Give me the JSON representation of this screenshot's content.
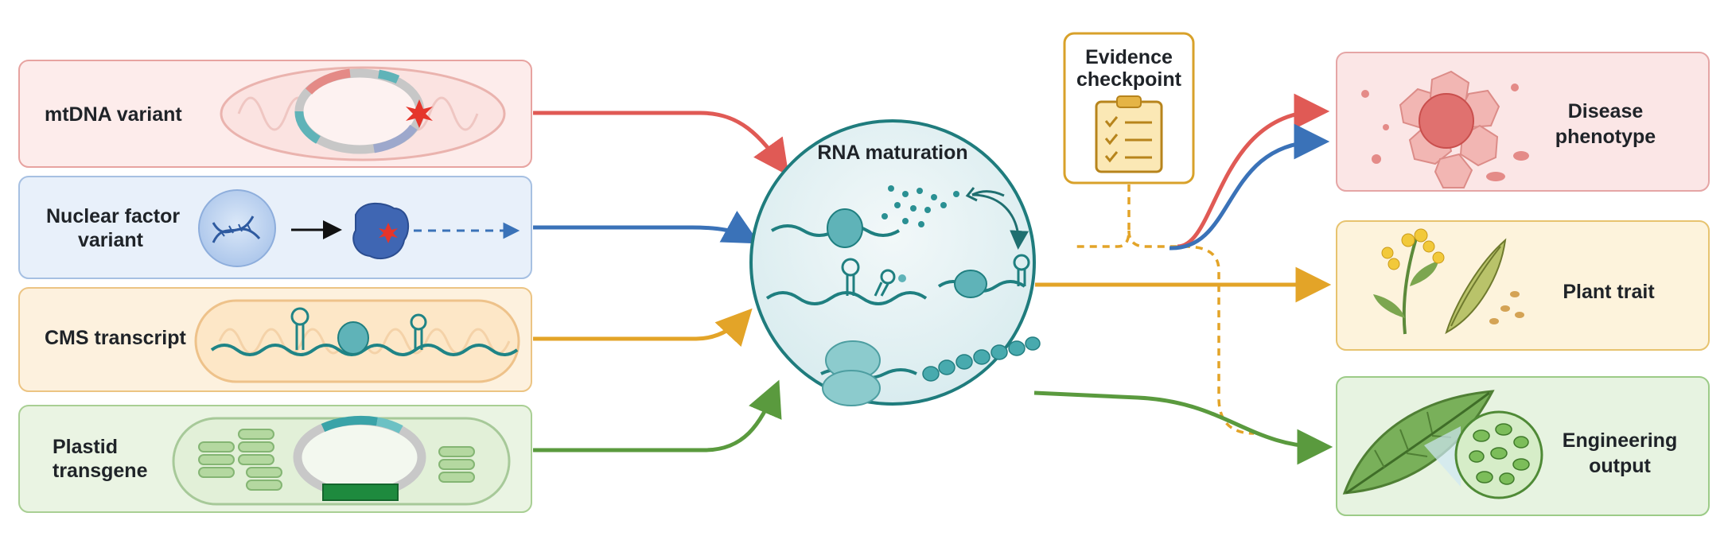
{
  "inputs": [
    {
      "id": "mtdna",
      "line1": "mtDNA variant",
      "line2": ""
    },
    {
      "id": "nuclear",
      "line1": "Nuclear factor",
      "line2": "variant"
    },
    {
      "id": "cms",
      "line1": "CMS transcript",
      "line2": ""
    },
    {
      "id": "plastid",
      "line1": "Plastid",
      "line2": "transgene"
    }
  ],
  "hub": {
    "title": "RNA maturation"
  },
  "checkpoint": {
    "line1": "Evidence",
    "line2": "checkpoint"
  },
  "outputs": [
    {
      "id": "disease",
      "line1": "Disease",
      "line2": "phenotype"
    },
    {
      "id": "plant",
      "line1": "Plant trait",
      "line2": ""
    },
    {
      "id": "engineering",
      "line1": "Engineering",
      "line2": "output"
    }
  ],
  "colors": {
    "red": "#e05a55",
    "blue": "#3a72b8",
    "orange": "#e3a428",
    "green": "#5a9a3e",
    "teal": "#237f80",
    "teal_fill": "#7cc4c6",
    "gold": "#d8a12a"
  }
}
